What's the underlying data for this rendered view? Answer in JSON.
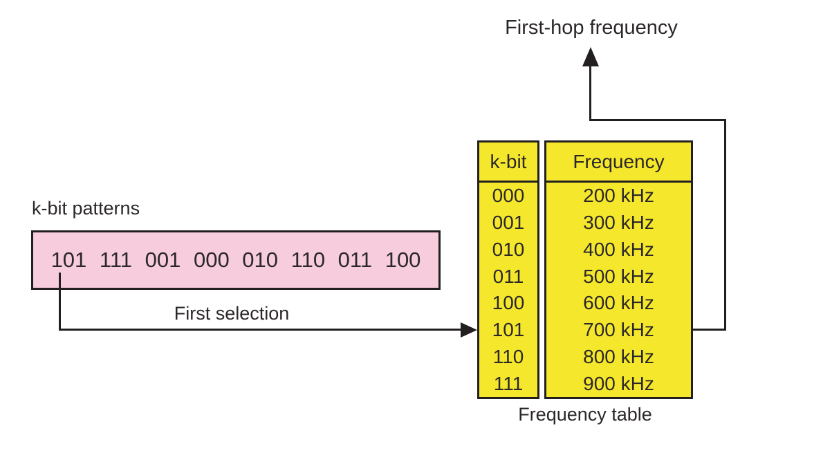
{
  "colors": {
    "background": "#ffffff",
    "table_fill": "#f5e82c",
    "pattern_fill": "#f7cddd",
    "line": "#231f20",
    "text": "#2b2728"
  },
  "labels": {
    "first_hop": "First-hop frequency",
    "kbit_patterns": "k-bit patterns",
    "first_selection": "First selection",
    "table_caption": "Frequency table"
  },
  "pattern_box": {
    "text": "101 111 001 000 010 110 011 100",
    "patterns": [
      "101",
      "111",
      "001",
      "000",
      "010",
      "110",
      "011",
      "100"
    ]
  },
  "freq_table": {
    "headers": {
      "kbit": "k-bit",
      "frequency": "Frequency"
    },
    "rows": [
      {
        "kbit": "000",
        "frequency": "200 kHz"
      },
      {
        "kbit": "001",
        "frequency": "300 kHz"
      },
      {
        "kbit": "010",
        "frequency": "400 kHz"
      },
      {
        "kbit": "011",
        "frequency": "500 kHz"
      },
      {
        "kbit": "100",
        "frequency": "600 kHz"
      },
      {
        "kbit": "101",
        "frequency": "700 kHz"
      },
      {
        "kbit": "110",
        "frequency": "800 kHz"
      },
      {
        "kbit": "111",
        "frequency": "900 kHz"
      }
    ],
    "selected_kbit": "101",
    "selected_frequency": "700 kHz"
  }
}
